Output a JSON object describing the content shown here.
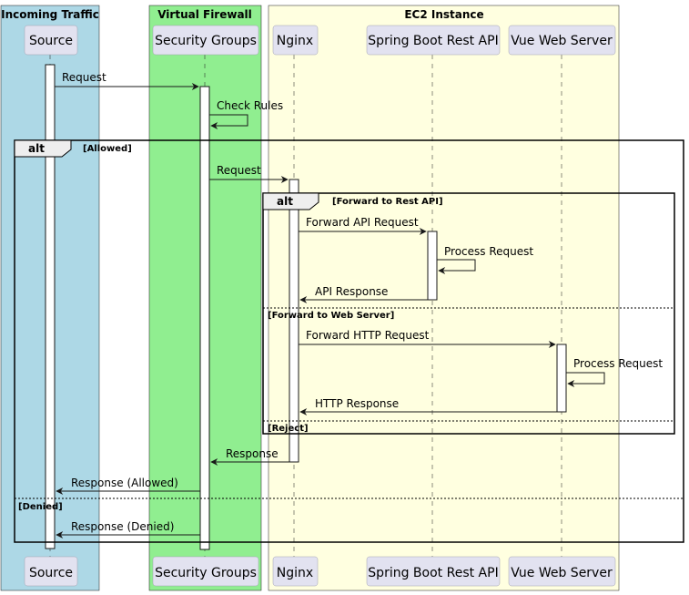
{
  "boxes": {
    "incoming": {
      "title": "Incoming Traffic",
      "color": "#ADD8E6"
    },
    "firewall": {
      "title": "Virtual Firewall",
      "color": "#90EE90"
    },
    "ec2": {
      "title": "EC2 Instance",
      "color": "#FFFFE0"
    }
  },
  "participants": {
    "source": "Source",
    "security_groups": "Security Groups",
    "nginx": "Nginx",
    "spring": "Spring Boot Rest API",
    "vue": "Vue Web Server"
  },
  "messages": {
    "m1": "Request",
    "m2": "Check Rules",
    "m3": "Request",
    "m4": "Forward API Request",
    "m5": "Process Request",
    "m6": "API Response",
    "m7": "Forward HTTP Request",
    "m8": "Process Request",
    "m9": "HTTP Response",
    "m10": "Response",
    "m11": "Response (Allowed)",
    "m12": "Response (Denied)"
  },
  "fragments": {
    "outer": {
      "keyword": "alt",
      "condition": "[Allowed]",
      "else_condition": "[Denied]"
    },
    "inner": {
      "keyword": "alt",
      "condition": "[Forward to Rest API]",
      "else_condition_1": "[Forward to Web Server]",
      "else_condition_2": "[Reject]"
    }
  },
  "colors": {
    "participant_fill": "#E2E2F0",
    "participant_border": "#A0A0B0",
    "line": "#181818"
  }
}
